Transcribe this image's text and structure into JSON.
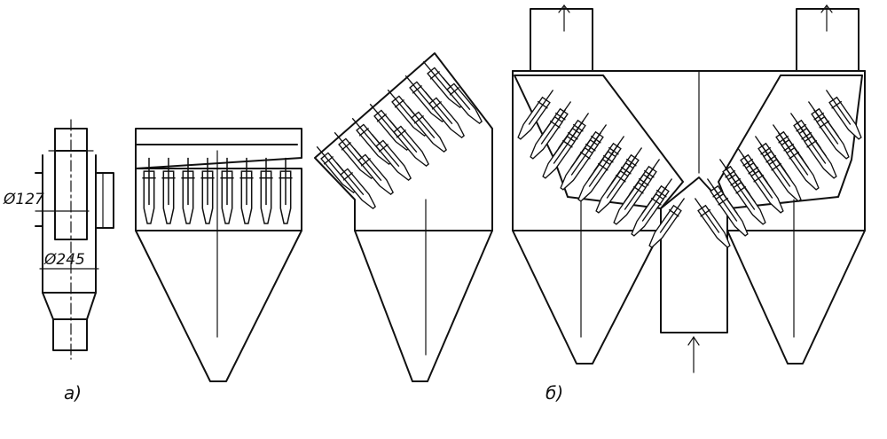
{
  "labels": {
    "dim_inner": "Ø127",
    "dim_outer": "Ø245",
    "part_a": "а)",
    "part_b": "б)"
  },
  "colors": {
    "ink": "#111111",
    "paper": "#ffffff"
  }
}
